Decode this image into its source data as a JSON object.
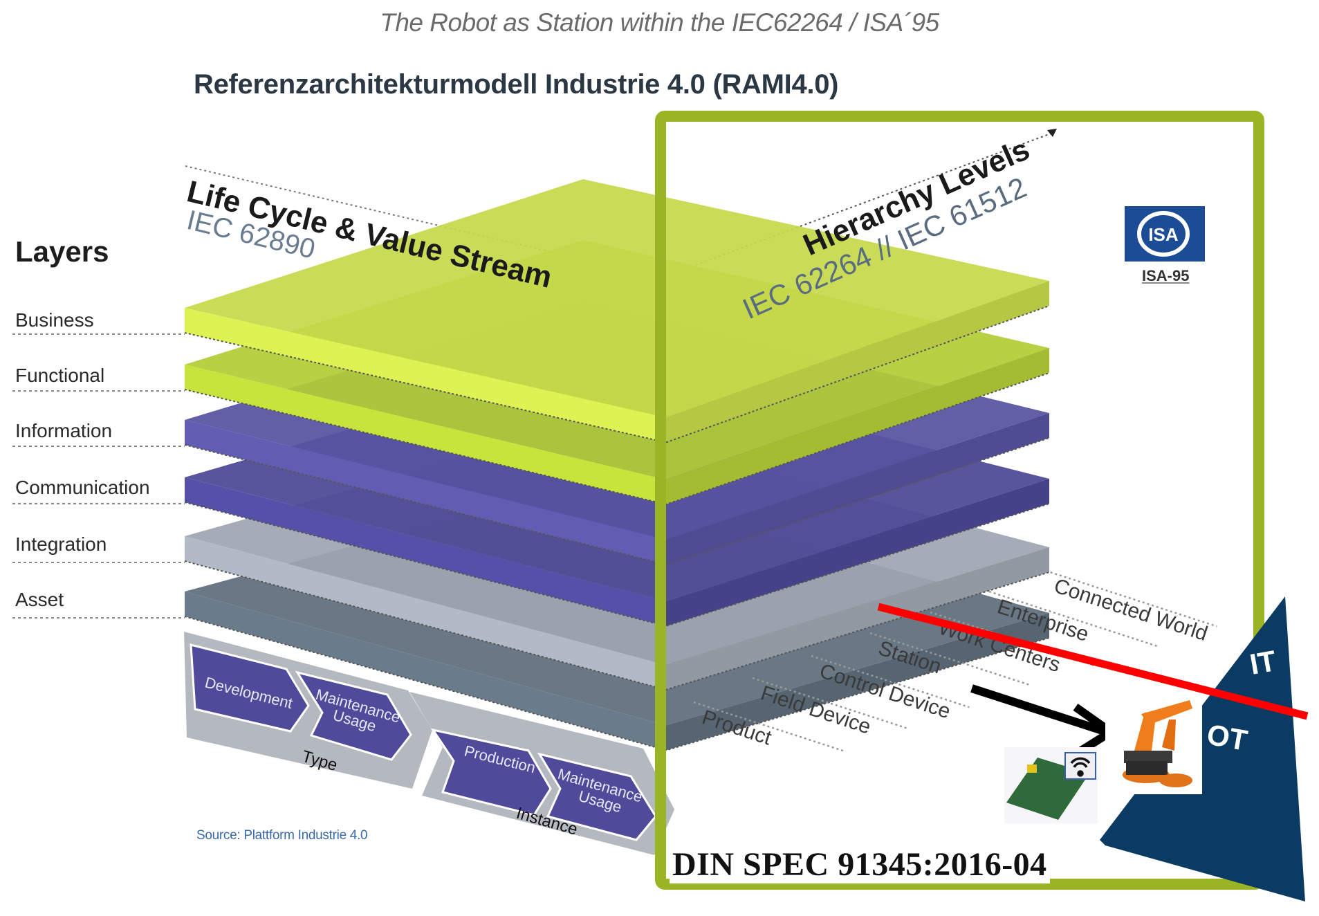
{
  "caption": "The Robot as Station within the IEC62264 / ISA´95",
  "title": "Referenzarchitekturmodell Industrie 4.0 (RAMI4.0)",
  "layers": {
    "heading": "Layers",
    "items": [
      {
        "label": "Business",
        "color": "#c6d84a"
      },
      {
        "label": "Functional",
        "color": "#b1cc36"
      },
      {
        "label": "Information",
        "color": "#5753a0"
      },
      {
        "label": "Communication",
        "color": "#4c4896"
      },
      {
        "label": "Integration",
        "color": "#9ea6b1"
      },
      {
        "label": "Asset",
        "color": "#5f6e7c"
      }
    ]
  },
  "axes": {
    "life_cycle": {
      "title": "Life Cycle & Value Stream",
      "standard": "IEC 62890"
    },
    "hierarchy": {
      "title": "Hierarchy Levels",
      "standard": "IEC 62264 // IEC 61512"
    }
  },
  "hierarchy_levels": [
    "Connected World",
    "Enterprise",
    "Work Centers",
    "Station",
    "Control Device",
    "Field Device",
    "Product"
  ],
  "life_cycle": {
    "type": {
      "label": "Type",
      "stages": [
        "Development",
        "Maintenance\nUsage"
      ]
    },
    "instance": {
      "label": "Instance",
      "stages": [
        "Production",
        "Maintenance\nUsage"
      ]
    }
  },
  "source": "Source: Plattform Industrie 4.0",
  "isa": {
    "logo_text": "ISA",
    "caption": "ISA-95"
  },
  "it_ot": {
    "it_label": "IT",
    "ot_label": "OT",
    "triangle_color": "#0b3b63",
    "divider_color": "#ff0000"
  },
  "din_spec": "DIN SPEC 91345:2016-04",
  "highlight_frame_color": "#99b526",
  "icons": {
    "robot": "industrial-robot-arm-icon",
    "board": "raspberry-pi-board-icon",
    "wifi": "wifi-icon"
  }
}
